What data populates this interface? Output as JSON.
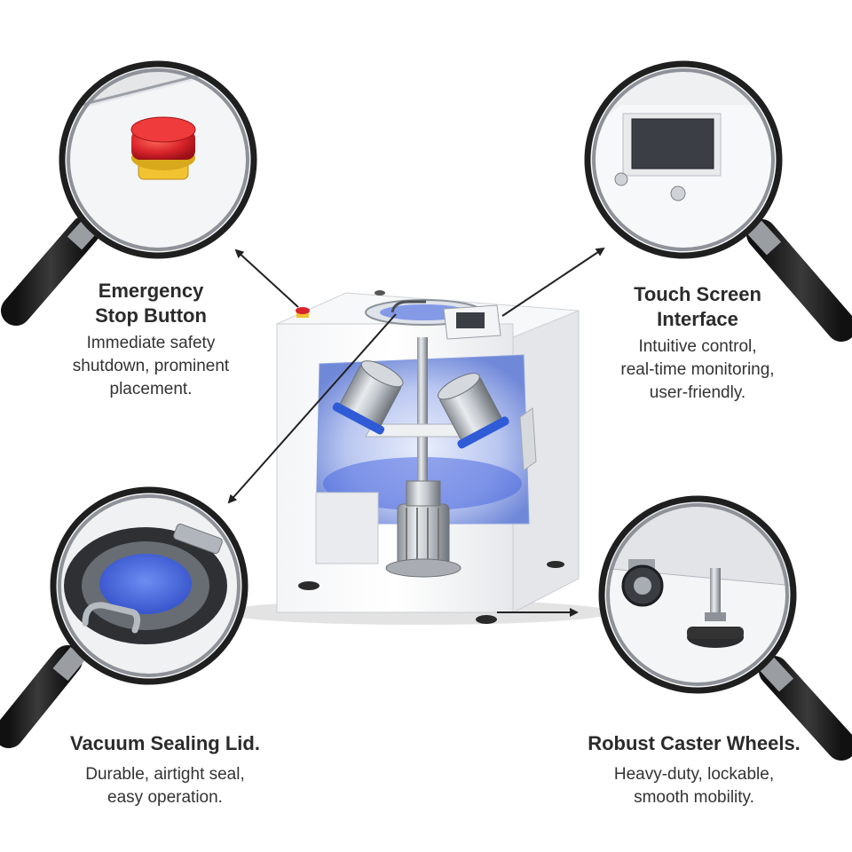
{
  "callouts": {
    "emergency_stop": {
      "title_line1": "Emergency",
      "title_line2": "Stop Button",
      "desc_line1": "Immediate safety",
      "desc_line2": "shutdown, prominent",
      "desc_line3": "placement."
    },
    "touch_screen": {
      "title_line1": "Touch Screen",
      "title_line2": "Interface",
      "desc_line1": "Intuitive control,",
      "desc_line2": "real-time monitoring,",
      "desc_line3": "user-friendly."
    },
    "vacuum_lid": {
      "title_line1": "Vacuum Sealing Lid.",
      "desc_line1": "Durable, airtight seal,",
      "desc_line2": "easy operation."
    },
    "caster_wheels": {
      "title_line1": "Robust Caster Wheels.",
      "desc_line1": "Heavy-duty, lockable,",
      "desc_line2": "smooth mobility."
    }
  },
  "colors": {
    "accent_blue": "#3d5ee6",
    "stop_red": "#d8232a",
    "stop_yellow": "#f2c230",
    "frame_grey": "#7b7b7b",
    "handle_dark": "#222222",
    "text_dark": "#2b2b2b"
  },
  "icons": [
    "magnifier-icon",
    "emergency-stop-button",
    "touch-screen-panel",
    "vacuum-lid-window",
    "caster-wheel",
    "leveling-foot"
  ]
}
